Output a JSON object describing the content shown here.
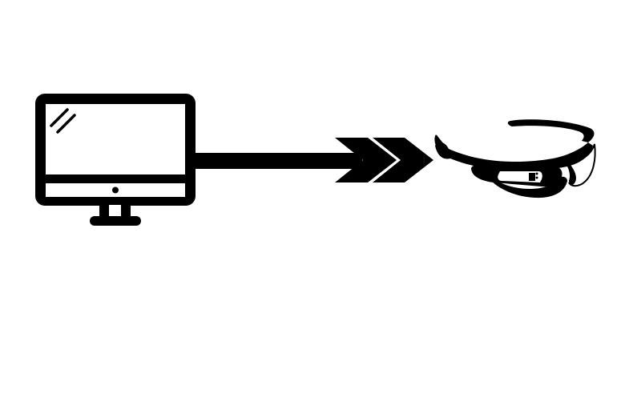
{
  "diagram": {
    "nodes": [
      {
        "id": "source",
        "icon": "desktop-monitor-icon"
      },
      {
        "id": "target",
        "icon": "smart-glasses-icon"
      }
    ],
    "edges": [
      {
        "from": "source",
        "to": "target",
        "style": "double-chevron-arrow"
      }
    ],
    "colors": {
      "background": "#ffffff",
      "foreground": "#000000"
    }
  }
}
